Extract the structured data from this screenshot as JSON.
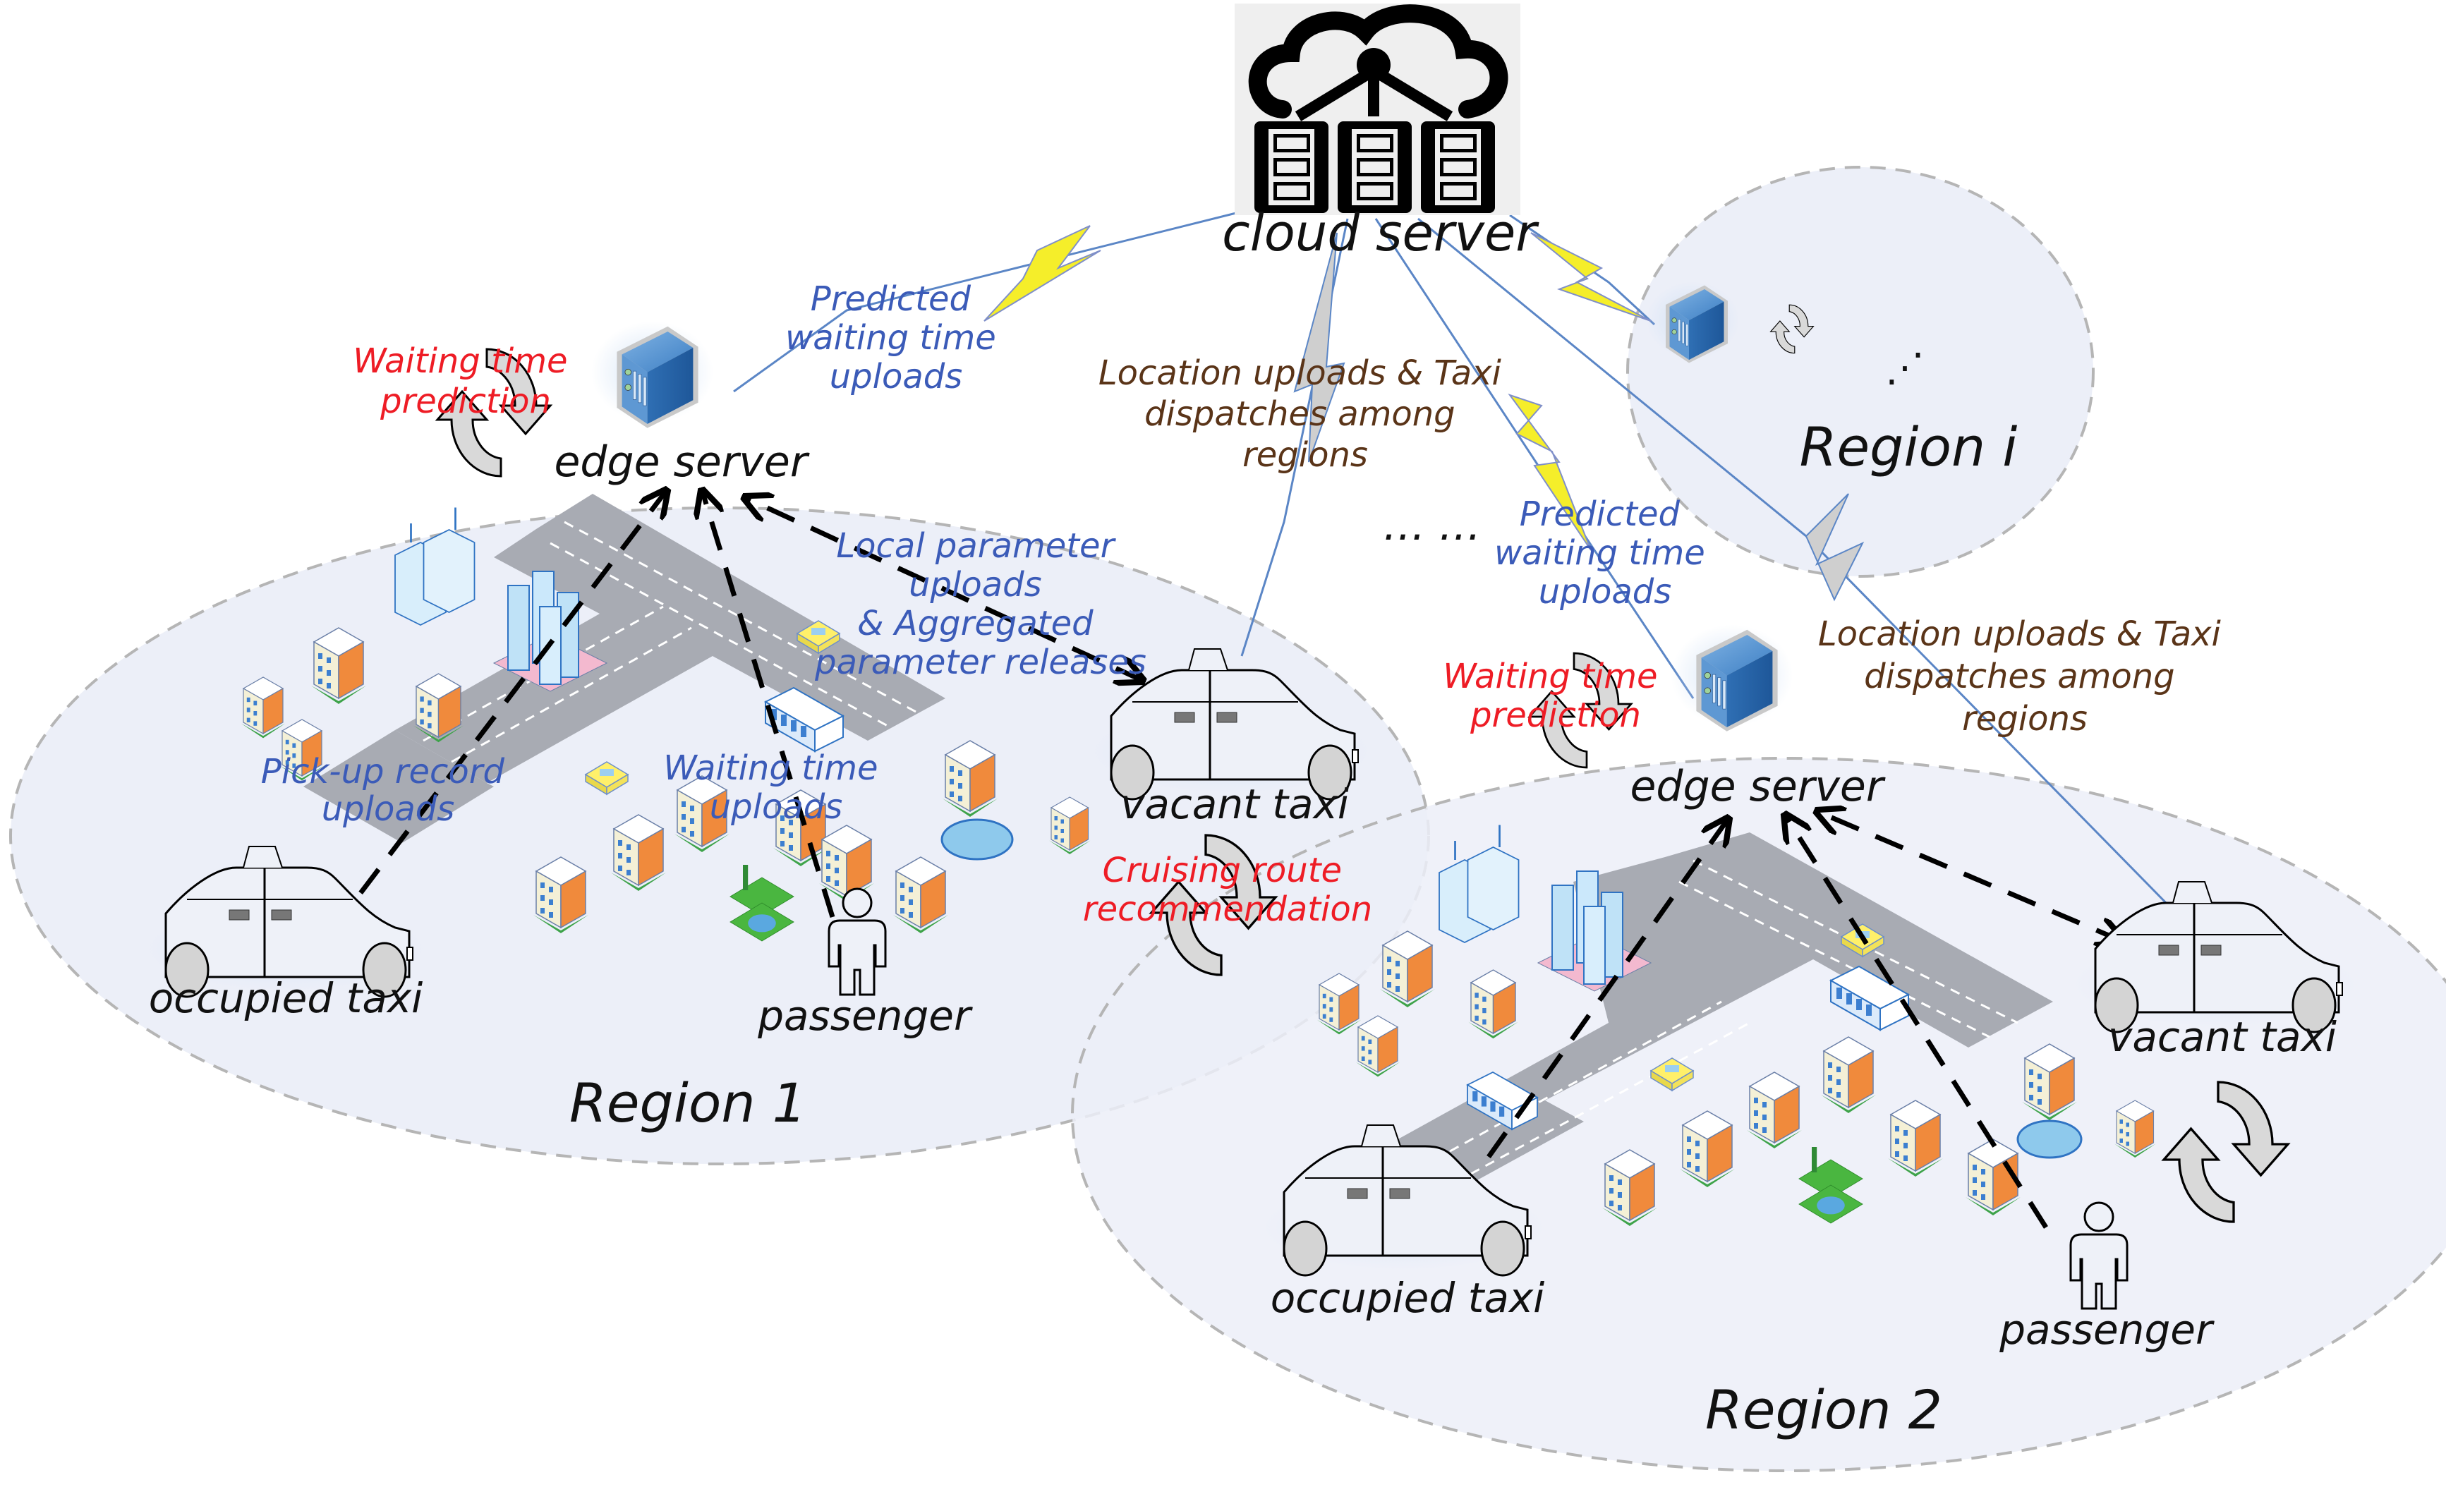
{
  "cloud": {
    "label": "cloud server",
    "icon": "cloud-server-icon"
  },
  "regions": [
    {
      "label": "Region 1",
      "edge_server_label": "edge server",
      "edge_process_label": [
        "Waiting time",
        "prediction"
      ],
      "upload_to_cloud_label": [
        "Predicted",
        "waiting time",
        "uploads"
      ],
      "cloud_dispatch_label": [
        "Location uploads & Taxi",
        "dispatches among",
        "regions"
      ],
      "local_param_label": [
        "Local parameter",
        "uploads",
        "& Aggregated",
        "parameter releases"
      ],
      "pickup_label": [
        "Pick-up record",
        "uploads"
      ],
      "waiting_upload_label": [
        "Waiting time",
        "uploads"
      ],
      "occupied_taxi_label": "occupied taxi",
      "vacant_taxi_label": "vacant taxi",
      "passenger_label": "passenger",
      "cruising_label": [
        "Cruising route",
        "recommendation"
      ]
    },
    {
      "label": "Region 2",
      "edge_server_label": "edge server",
      "edge_process_label": [
        "Waiting time",
        "prediction"
      ],
      "upload_to_cloud_label": [
        "Predicted",
        "waiting time",
        "uploads"
      ],
      "cloud_dispatch_label": [
        "Location uploads & Taxi",
        "dispatches among",
        "regions"
      ],
      "occupied_taxi_label": "occupied taxi",
      "vacant_taxi_label": "vacant taxi",
      "passenger_label": "passenger"
    },
    {
      "label": "Region i",
      "ellipsis": "⋰"
    }
  ],
  "between_regions_ellipsis": "… …",
  "colors": {
    "process_red": "#ee1c25",
    "upload_blue": "#3b5bb8",
    "dispatch_brown": "#5a3418",
    "region_fill": "#eceff8",
    "server_blue": "#3d7fc4",
    "bolt_yellow": "#f5ee2a",
    "road_gray": "#a8abb3"
  }
}
